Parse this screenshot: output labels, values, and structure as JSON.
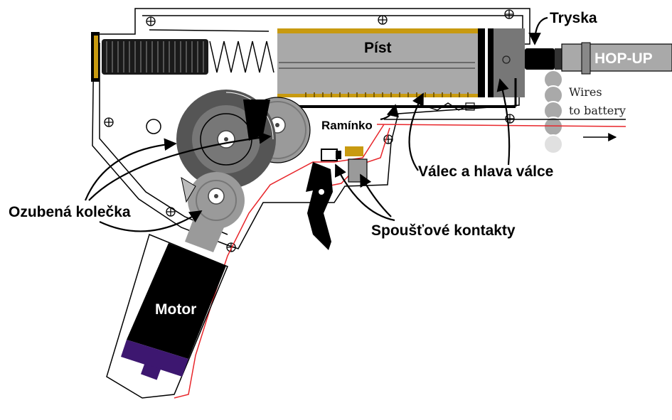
{
  "labels": {
    "tryska": "Tryska",
    "hopup": "HOP-UP",
    "pist": "Píst",
    "wires_line1": "Wires",
    "wires_line2": "to battery",
    "raminko": "Ramínko",
    "valec": "Válec a hlava válce",
    "ozubena": "Ozubená kolečka",
    "spoustove": "Spoušťové kontakty",
    "motor": "Motor"
  },
  "colors": {
    "outline": "#000000",
    "wire": "#e8262b",
    "brass": "#c89a10",
    "cylinder": "#a9a9a9",
    "gear_dark": "#555555",
    "gear_light": "#9a9a9a",
    "motor_body": "#000000",
    "motor_band": "#3d1770"
  }
}
